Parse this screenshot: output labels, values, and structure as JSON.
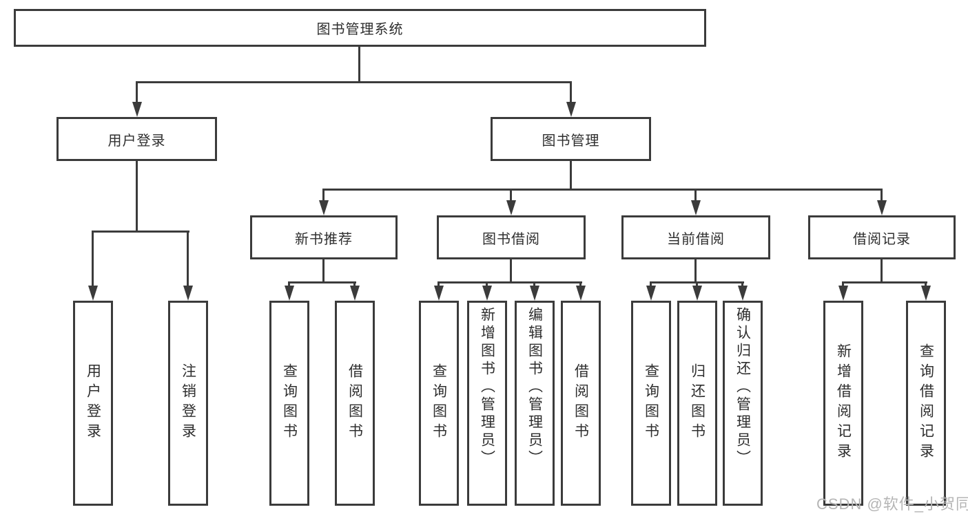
{
  "tree": {
    "label": "图书管理系统",
    "children": [
      {
        "label": "用户登录",
        "children": [
          {
            "label": "用户登录"
          },
          {
            "label": "注销登录"
          }
        ]
      },
      {
        "label": "图书管理",
        "children": [
          {
            "label": "新书推荐",
            "children": [
              {
                "label": "查询图书"
              },
              {
                "label": "借阅图书"
              }
            ]
          },
          {
            "label": "图书借阅",
            "children": [
              {
                "label": "查询图书"
              },
              {
                "label": "新增图书（管理员）"
              },
              {
                "label": "编辑图书（管理员）"
              },
              {
                "label": "借阅图书"
              }
            ]
          },
          {
            "label": "当前借阅",
            "children": [
              {
                "label": "查询图书"
              },
              {
                "label": "归还图书"
              },
              {
                "label": "确认归还（管理员）"
              }
            ]
          },
          {
            "label": "借阅记录",
            "children": [
              {
                "label": "新增借阅记录"
              },
              {
                "label": "查询借阅记录"
              }
            ]
          }
        ]
      }
    ]
  },
  "watermark": {
    "text": "CSDN @软件_小贺同学"
  },
  "colors": {
    "line": "#3b3b3b",
    "text": "#2e2e2e",
    "watermark": "#b5b5b5",
    "background": "#ffffff"
  }
}
